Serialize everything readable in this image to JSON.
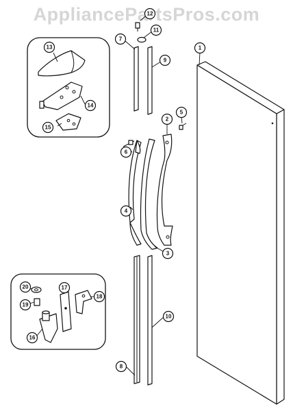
{
  "watermark": {
    "text": "AppliancePartsPros.com"
  },
  "callouts": [
    {
      "id": "1",
      "label": "1"
    },
    {
      "id": "2",
      "label": "2"
    },
    {
      "id": "3",
      "label": "3"
    },
    {
      "id": "4",
      "label": "4"
    },
    {
      "id": "5",
      "label": "5"
    },
    {
      "id": "6",
      "label": "6"
    },
    {
      "id": "7",
      "label": "7"
    },
    {
      "id": "8",
      "label": "8"
    },
    {
      "id": "9",
      "label": "9"
    },
    {
      "id": "10",
      "label": "10"
    },
    {
      "id": "11",
      "label": "11"
    },
    {
      "id": "12",
      "label": "12"
    },
    {
      "id": "13",
      "label": "13"
    },
    {
      "id": "14",
      "label": "14"
    },
    {
      "id": "15",
      "label": "15"
    },
    {
      "id": "16",
      "label": "16"
    },
    {
      "id": "17",
      "label": "17"
    },
    {
      "id": "18",
      "label": "18"
    },
    {
      "id": "19",
      "label": "19"
    },
    {
      "id": "20",
      "label": "20"
    }
  ]
}
